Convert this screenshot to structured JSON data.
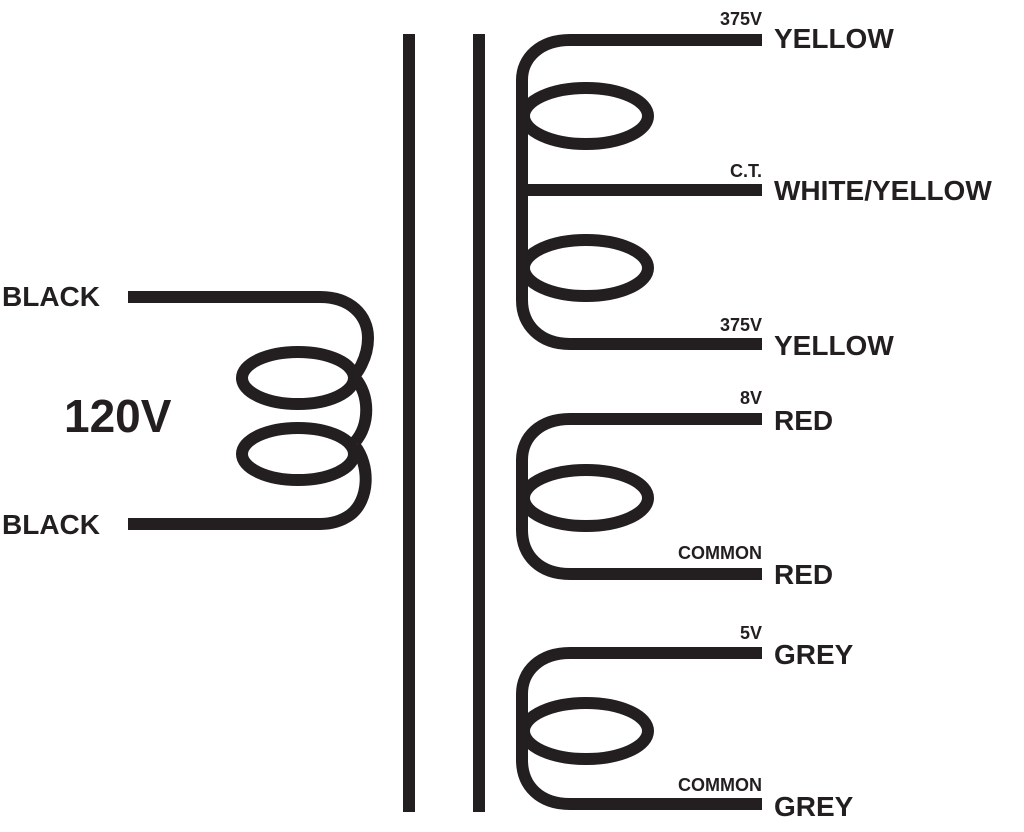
{
  "primary": {
    "voltage": "120V",
    "top_lead": "BLACK",
    "bottom_lead": "BLACK"
  },
  "secondaries": {
    "hv": {
      "top_voltage": "375V",
      "top_lead": "YELLOW",
      "tap_voltage": "C.T.",
      "tap_lead": "WHITE/YELLOW",
      "bottom_voltage": "375V",
      "bottom_lead": "YELLOW"
    },
    "heater8v": {
      "top_voltage": "8V",
      "top_lead": "RED",
      "bottom_voltage": "COMMON",
      "bottom_lead": "RED"
    },
    "heater5v": {
      "top_voltage": "5V",
      "top_lead": "GREY",
      "bottom_voltage": "COMMON",
      "bottom_lead": "GREY"
    }
  },
  "colors": {
    "ink": "#231f20",
    "background": "#ffffff"
  }
}
